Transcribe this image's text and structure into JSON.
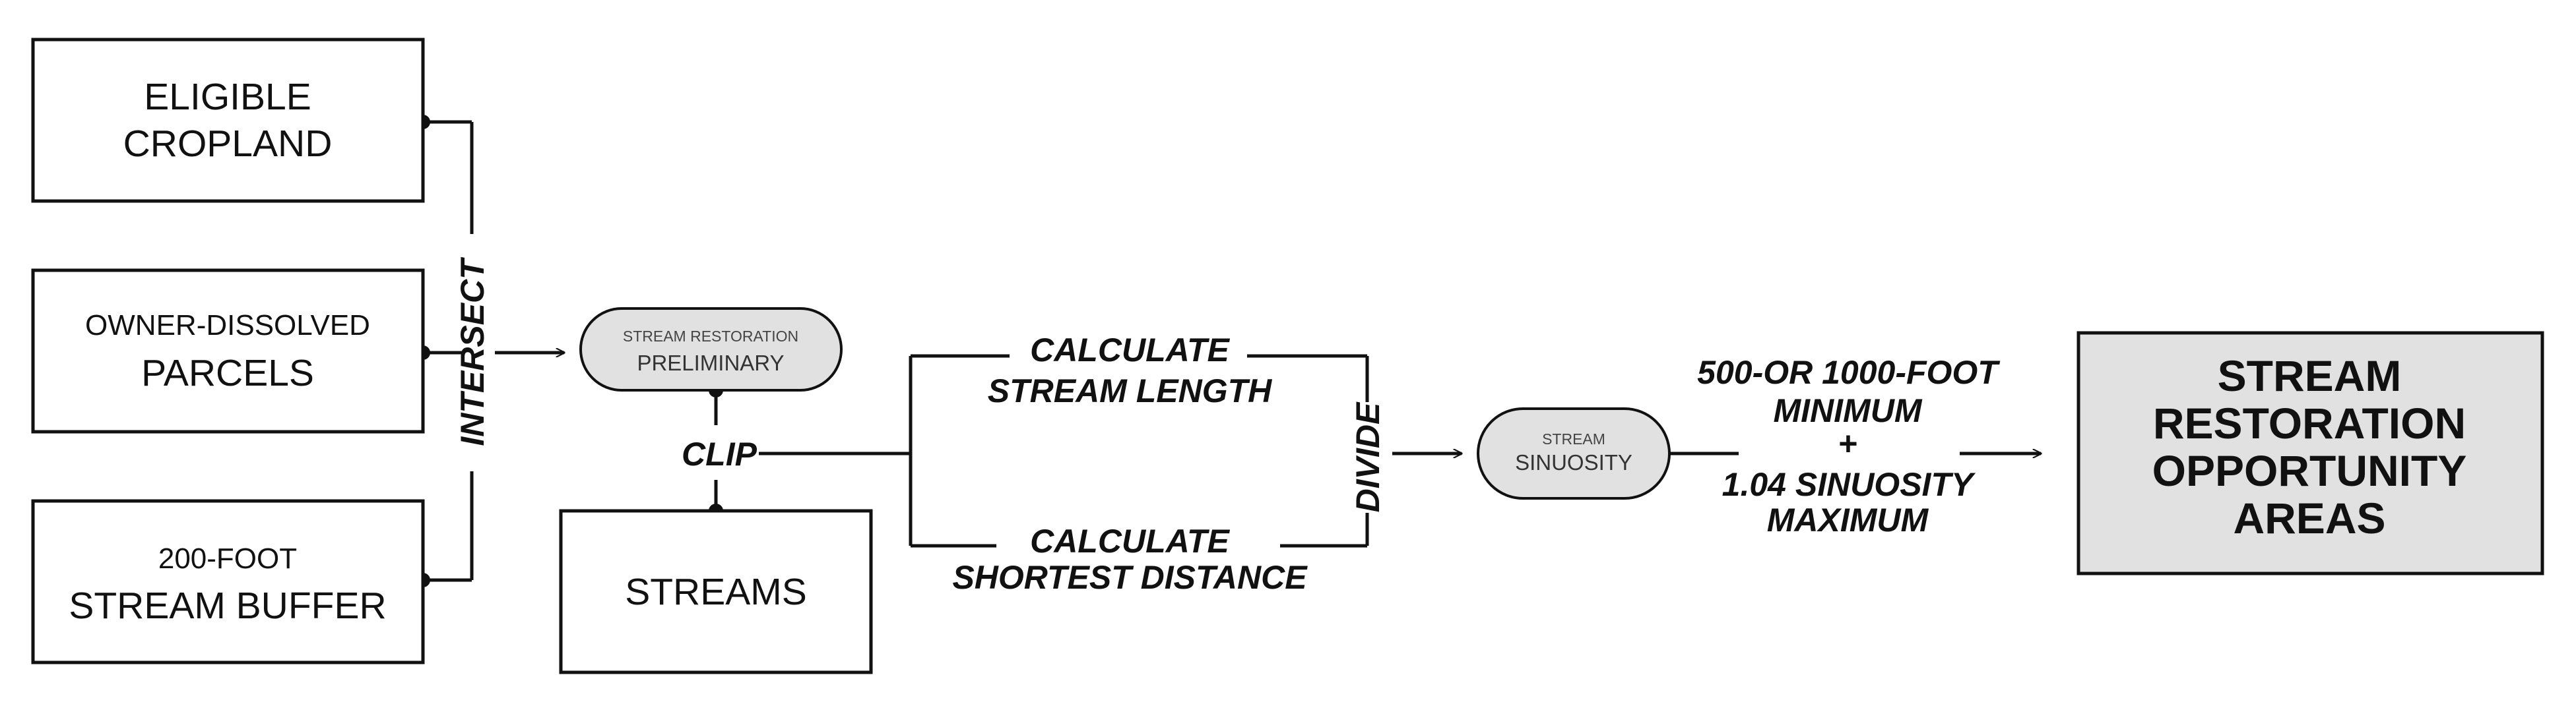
{
  "inputs": {
    "eligible_cropland": [
      "ELIGIBLE",
      "CROPLAND"
    ],
    "parcels": [
      "OWNER-DISSOLVED",
      "PARCELS"
    ],
    "buffer": [
      "200-FOOT",
      "STREAM BUFFER"
    ],
    "streams": "STREAMS"
  },
  "operations": {
    "intersect": "INTERSECT",
    "clip": "CLIP",
    "calc_length": [
      "CALCULATE",
      "STREAM LENGTH"
    ],
    "calc_distance": [
      "CALCULATE",
      "SHORTEST DISTANCE"
    ],
    "divide": "DIVIDE",
    "criteria": [
      "500-OR 1000-FOOT",
      "MINIMUM",
      "+",
      "1.04 SINUOSITY",
      "MAXIMUM"
    ]
  },
  "intermediates": {
    "preliminary": [
      "STREAM RESTORATION",
      "PRELIMINARY"
    ],
    "sinuosity": [
      "STREAM",
      "SINUOSITY"
    ]
  },
  "output": {
    "final": [
      "STREAM",
      "RESTORATION",
      "OPPORTUNITY",
      "AREAS"
    ]
  },
  "colors": {
    "stroke": "#111111",
    "fill_gray": "#e1e1e1"
  }
}
